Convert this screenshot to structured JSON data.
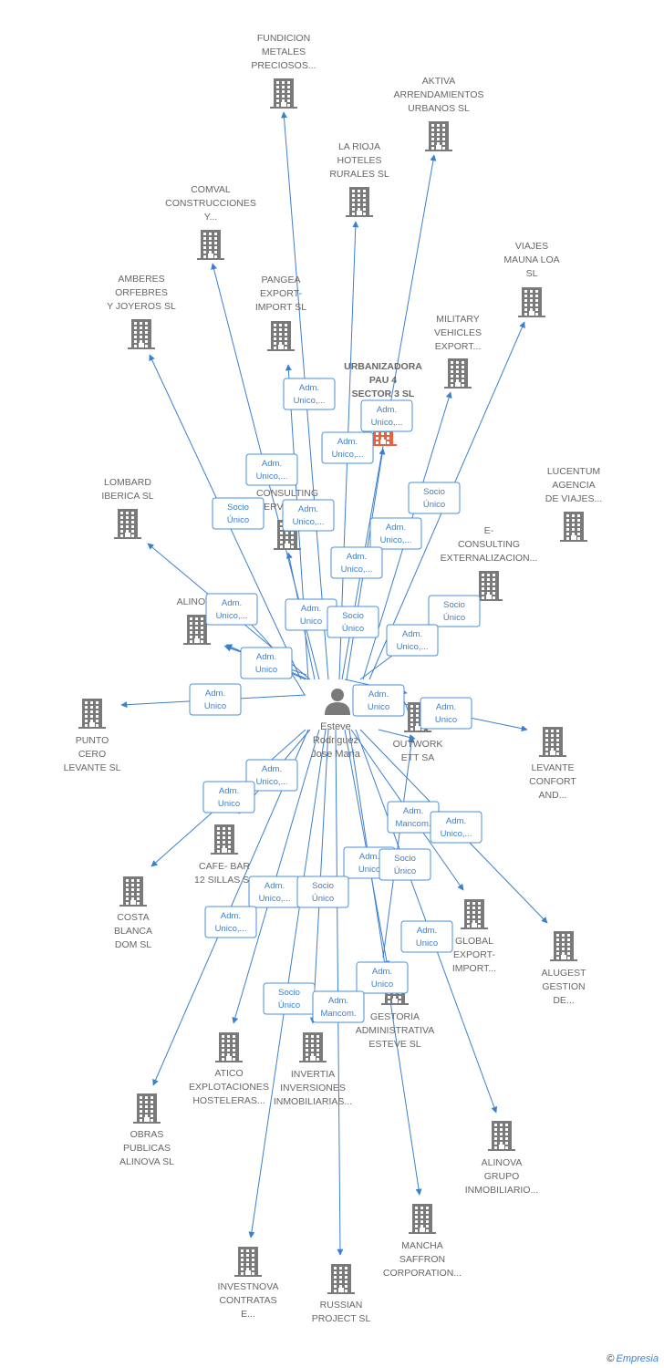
{
  "center": {
    "lines": [
      "Esteve",
      "Rodriguez",
      "Jose Maria"
    ]
  },
  "nodes": [
    {
      "id": "fundicion",
      "lines": [
        "FUNDICION",
        "METALES",
        "PRECIOSOS..."
      ]
    },
    {
      "id": "aktiva",
      "lines": [
        "AKTIVA",
        "ARRENDAMIENTOS",
        "URBANOS  SL"
      ]
    },
    {
      "id": "larioja",
      "lines": [
        "LA RIOJA",
        "HOTELES",
        "RURALES  SL"
      ]
    },
    {
      "id": "comval",
      "lines": [
        "COMVAL",
        "CONSTRUCCIONES",
        "Y..."
      ]
    },
    {
      "id": "viajes",
      "lines": [
        "VIAJES",
        "MAUNA LOA",
        "SL"
      ]
    },
    {
      "id": "amberes",
      "lines": [
        "AMBERES",
        "ORFEBRES",
        "Y JOYEROS  SL"
      ]
    },
    {
      "id": "pangea",
      "lines": [
        "PANGEA",
        "EXPORT-",
        "IMPORT  SL"
      ]
    },
    {
      "id": "military",
      "lines": [
        "MILITARY",
        "VEHICLES",
        "EXPORT..."
      ]
    },
    {
      "id": "urbanizadora",
      "lines": [
        "URBANIZADORA",
        "PAU 4",
        "SECTOR 3  SL"
      ],
      "highlight": true
    },
    {
      "id": "lucentum",
      "lines": [
        "LUCENTUM",
        "AGENCIA",
        "DE VIAJES..."
      ]
    },
    {
      "id": "lombard",
      "lines": [
        "LOMBARD",
        "IBERICA  SL"
      ]
    },
    {
      "id": "econsulting2",
      "lines": [
        "E-",
        "CONSULTING",
        "SERVICIOS..."
      ]
    },
    {
      "id": "econsulting",
      "lines": [
        "E-",
        "CONSULTING",
        "EXTERNALIZACION..."
      ]
    },
    {
      "id": "alinova",
      "lines": [
        "ALINOVA"
      ]
    },
    {
      "id": "punto",
      "lines": [
        "PUNTO",
        "CERO",
        "LEVANTE SL"
      ]
    },
    {
      "id": "outwork",
      "lines": [
        "OUTWORK",
        "ETT SA"
      ]
    },
    {
      "id": "levante",
      "lines": [
        "LEVANTE",
        "CONFORT",
        "AND..."
      ]
    },
    {
      "id": "cafebar",
      "lines": [
        "CAFE- BAR",
        "12 SILLAS  SL"
      ]
    },
    {
      "id": "costa",
      "lines": [
        "COSTA",
        "BLANCA",
        "DOM  SL"
      ]
    },
    {
      "id": "global",
      "lines": [
        "GLOBAL",
        "EXPORT-",
        "IMPORT..."
      ]
    },
    {
      "id": "alugest",
      "lines": [
        "ALUGEST",
        "GESTION",
        "DE..."
      ]
    },
    {
      "id": "gestoria",
      "lines": [
        "GESTORIA",
        "ADMINISTRATIVA",
        "ESTEVE  SL"
      ]
    },
    {
      "id": "atico",
      "lines": [
        "ATICO",
        "EXPLOTACIONES",
        "HOSTELERAS..."
      ]
    },
    {
      "id": "invertia",
      "lines": [
        "INVERTIA",
        "INVERSIONES",
        "INMOBILIARIAS..."
      ]
    },
    {
      "id": "obras",
      "lines": [
        "OBRAS",
        "PUBLICAS",
        "ALINOVA  SL"
      ]
    },
    {
      "id": "alinovagrupo",
      "lines": [
        "ALINOVA",
        "GRUPO",
        "INMOBILIARIO..."
      ]
    },
    {
      "id": "mancha",
      "lines": [
        "MANCHA",
        "SAFFRON",
        "CORPORATION..."
      ]
    },
    {
      "id": "investnova",
      "lines": [
        "INVESTNOVA",
        "CONTRATAS",
        "E..."
      ]
    },
    {
      "id": "russian",
      "lines": [
        "RUSSIAN",
        "PROJECT SL"
      ]
    }
  ],
  "relations": [
    {
      "target": "pangea",
      "lines": [
        "Adm.",
        "Unico,..."
      ]
    },
    {
      "target": "urbanizadora",
      "lines": [
        "Adm.",
        "Unico,..."
      ]
    },
    {
      "target": "larioja",
      "lines": [
        "Adm.",
        "Unico,..."
      ]
    },
    {
      "target": "comval",
      "lines": [
        "Adm.",
        "Unico,..."
      ]
    },
    {
      "target": "econsulting2",
      "lines": [
        "Adm.",
        "Unico,..."
      ]
    },
    {
      "target": "military",
      "lines": [
        "Socio",
        "Único"
      ]
    },
    {
      "target": "lombard",
      "lines": [
        "Socio",
        "Único"
      ]
    },
    {
      "target": "aktiva",
      "lines": [
        "Adm.",
        "Unico,..."
      ]
    },
    {
      "target": "fundicion",
      "lines": [
        "Adm.",
        "Unico,..."
      ]
    },
    {
      "target": "alinova",
      "lines": [
        "Adm.",
        "Unico,..."
      ]
    },
    {
      "target": "econsulting",
      "lines": [
        "Socio",
        "Único"
      ]
    },
    {
      "target": "amberes",
      "lines": [
        "Adm.",
        "Unico"
      ]
    },
    {
      "target": "outwork",
      "lines": [
        "Socio",
        "Único"
      ]
    },
    {
      "target": "viajes",
      "lines": [
        "Adm.",
        "Unico,..."
      ]
    },
    {
      "target": "alinova2",
      "lines": [
        "Adm.",
        "Unico"
      ]
    },
    {
      "target": "punto",
      "lines": [
        "Adm.",
        "Unico"
      ]
    },
    {
      "target": "outwork2",
      "lines": [
        "Adm.",
        "Unico"
      ]
    },
    {
      "target": "levante",
      "lines": [
        "Adm.",
        "Unico"
      ]
    },
    {
      "target": "cafebar",
      "lines": [
        "Adm.",
        "Unico,..."
      ]
    },
    {
      "target": "costa",
      "lines": [
        "Adm.",
        "Unico"
      ]
    },
    {
      "target": "global",
      "lines": [
        "Adm.",
        "Mancom."
      ]
    },
    {
      "target": "alugest",
      "lines": [
        "Adm.",
        "Unico,..."
      ]
    },
    {
      "target": "gestoria",
      "lines": [
        "Adm.",
        "Unico"
      ]
    },
    {
      "target": "mancha",
      "lines": [
        "Socio",
        "Único"
      ]
    },
    {
      "target": "atico",
      "lines": [
        "Adm.",
        "Unico,..."
      ]
    },
    {
      "target": "invertia",
      "lines": [
        "Socio",
        "Único"
      ]
    },
    {
      "target": "obras",
      "lines": [
        "Adm.",
        "Unico,..."
      ]
    },
    {
      "target": "alinovagrupo",
      "lines": [
        "Adm.",
        "Unico"
      ]
    },
    {
      "target": "gestoria2",
      "lines": [
        "Adm.",
        "Unico"
      ]
    },
    {
      "target": "investnova",
      "lines": [
        "Socio",
        "Único"
      ]
    },
    {
      "target": "russian",
      "lines": [
        "Adm.",
        "Mancom."
      ]
    }
  ],
  "footer": {
    "copyright": "©",
    "brand": "Empresia"
  },
  "colors": {
    "edge": "#3b7fcf",
    "building": "#7a7a7a",
    "highlight_building": "#e8603c"
  }
}
